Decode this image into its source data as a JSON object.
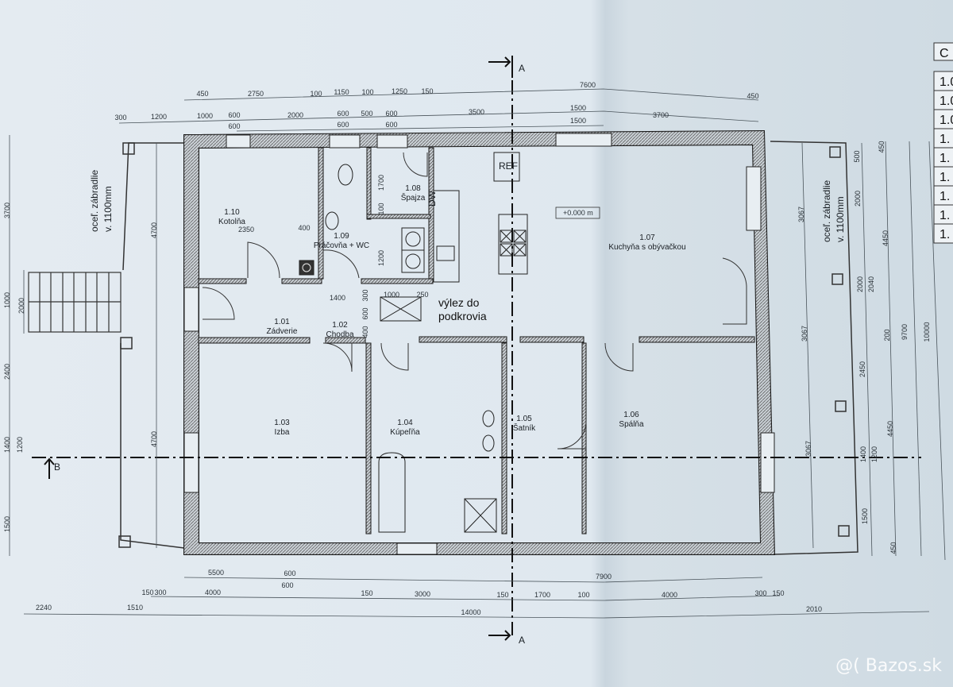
{
  "plan": {
    "rooms": [
      {
        "number": "1.10",
        "name": "Kotolňa"
      },
      {
        "number": "1.09",
        "name": "Práčovňa + WC"
      },
      {
        "number": "1.08",
        "name": "Špajza"
      },
      {
        "number": "1.01",
        "name": "Zádverie"
      },
      {
        "number": "1.02",
        "name": "Chodba"
      },
      {
        "number": "1.03",
        "name": "Izba"
      },
      {
        "number": "1.04",
        "name": "Kúpeľňa"
      },
      {
        "number": "1.05",
        "name": "Šatník"
      },
      {
        "number": "1.06",
        "name": "Spálňa"
      },
      {
        "number": "1.07",
        "name": "Kuchyňa s obývačkou"
      }
    ],
    "annotations": {
      "attic_access_line1": "výlez do",
      "attic_access_line2": "podkrovia",
      "railing_line1": "oceľ. zábradlie",
      "railing_line2": "v. 1100mm",
      "refrigerator": "REF",
      "dishwasher": "DW",
      "level": "+0.000 m",
      "section_a": "A",
      "section_b": "B"
    },
    "dimensions_top": [
      "450",
      "2750",
      "100",
      "1150",
      "100",
      "1250",
      "150",
      "7600",
      "450",
      "300",
      "1200",
      "1000",
      "600",
      "2000",
      "600",
      "500",
      "600",
      "3500",
      "1500",
      "3700",
      "600",
      "600",
      "600",
      "1500"
    ],
    "dimensions_bottom": [
      "5500",
      "600",
      "7900",
      "600",
      "150",
      "300",
      "4000",
      "150",
      "3000",
      "150",
      "1700",
      "100",
      "4000",
      "300",
      "150",
      "2240",
      "1510",
      "14000",
      "2010"
    ],
    "dimensions_left": [
      "3700",
      "1000",
      "2000",
      "2400",
      "1400",
      "1200",
      "1500",
      "4700",
      "4700"
    ],
    "dimensions_right": [
      "3067",
      "3067",
      "3067",
      "500",
      "2000",
      "2000",
      "2450",
      "1400",
      "1500",
      "450",
      "2040",
      "4450",
      "200",
      "1200",
      "4450",
      "450",
      "9700",
      "10000"
    ],
    "dimensions_interior": [
      "2350",
      "400",
      "1700",
      "100",
      "1200",
      "1400",
      "300",
      "1000",
      "250",
      "600",
      "400"
    ],
    "legend_table": [
      "C",
      "1.0",
      "1.0",
      "1.0",
      "1.",
      "1.",
      "1.",
      "1.",
      "1.",
      "1."
    ]
  },
  "watermark": "@( Bazos.sk"
}
